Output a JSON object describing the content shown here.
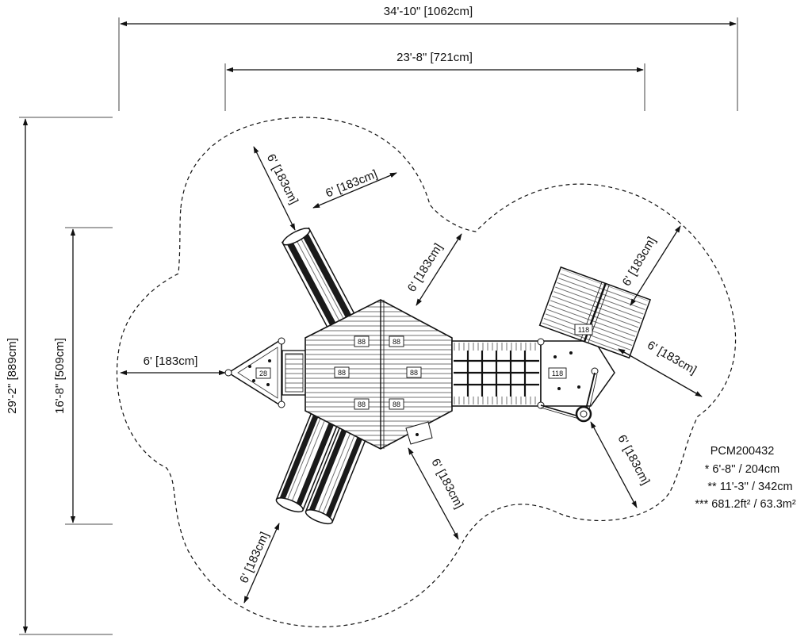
{
  "dimensions": {
    "overall_width": "34'-10\" [1062cm]",
    "structure_width": "23'-8\" [721cm]",
    "overall_depth": "29'-2\" [889cm]",
    "structure_depth": "16'-8\" [509cm]",
    "safety_zone": "6' [183cm]"
  },
  "component_tags": {
    "small": "28",
    "deck": "88",
    "tower": "118"
  },
  "info": {
    "model": "PCM200432",
    "deck_height": "* 6'-8'' / 204cm",
    "overall_height": "** 11'-3'' / 342cm",
    "area": "*** 681.2ft² / 63.3m²"
  }
}
